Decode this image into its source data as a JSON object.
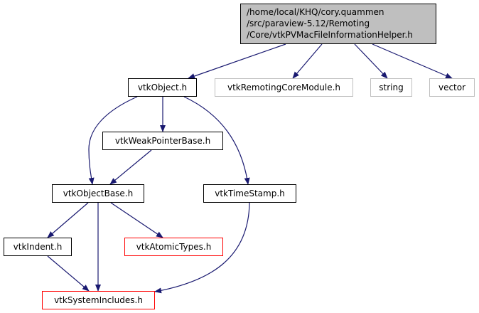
{
  "root": {
    "lines": [
      "/home/local/KHQ/cory.quammen",
      "/src/paraview-5.12/Remoting",
      "/Core/vtkPVMacFileInformationHelper.h"
    ]
  },
  "nodes": {
    "vtkObject": "vtkObject.h",
    "vtkRemotingCoreModule": "vtkRemotingCoreModule.h",
    "string": "string",
    "vector": "vector",
    "vtkWeakPointerBase": "vtkWeakPointerBase.h",
    "vtkObjectBase": "vtkObjectBase.h",
    "vtkTimeStamp": "vtkTimeStamp.h",
    "vtkIndent": "vtkIndent.h",
    "vtkAtomicTypes": "vtkAtomicTypes.h",
    "vtkSystemIncludes": "vtkSystemIncludes.h"
  },
  "colors": {
    "edge": "#191970",
    "root_fill": "#bfbfbf",
    "undocumented_border": "#bfbfbf",
    "truncated_border": "#ff0000"
  }
}
